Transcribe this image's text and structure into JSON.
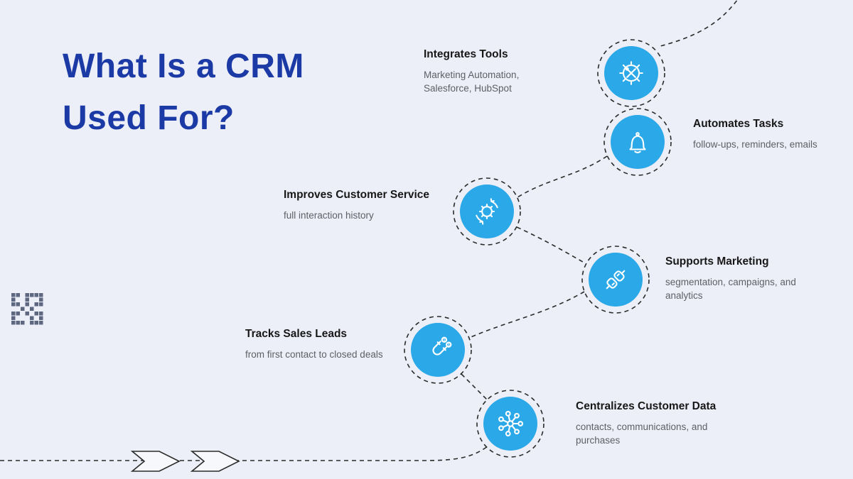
{
  "title": {
    "line1": "What Is a CRM",
    "line2": "Used For?"
  },
  "theme": {
    "background": "#EDEFF8",
    "title_color": "#1C3AA5",
    "node_color": "#2BA8E8",
    "path_color": "#2B2B2B",
    "heading_color": "#171717",
    "body_color": "#5E5E66"
  },
  "steps": [
    {
      "heading": "Integrates Tools",
      "description": "Marketing Automation, Salesforce, HubSpot",
      "icon": "tools-gear-icon"
    },
    {
      "heading": "Automates Tasks",
      "description": "follow-ups, reminders, emails",
      "icon": "bell-icon"
    },
    {
      "heading": "Improves Customer Service",
      "description": "full interaction history",
      "icon": "service-gear-arrows-icon"
    },
    {
      "heading": "Supports Marketing",
      "description": "segmentation, campaigns, and analytics",
      "icon": "fist-bump-icon"
    },
    {
      "heading": "Tracks Sales Leads",
      "description": "from first contact to closed deals",
      "icon": "magnet-leads-icon"
    },
    {
      "heading": "Centralizes Customer Data",
      "description": "contacts, communications, and purchases",
      "icon": "network-hub-icon"
    }
  ]
}
